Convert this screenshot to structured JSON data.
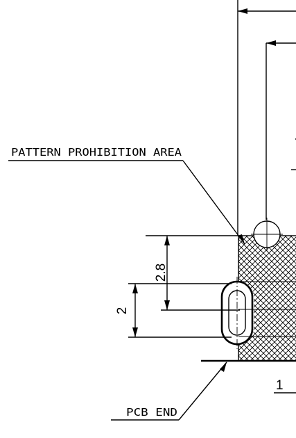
{
  "labels": {
    "pattern_area": "PATTERN PROHIBITION AREA",
    "pcb_end": "PCB END"
  },
  "dimensions": {
    "d1": "2.8",
    "d2": "2",
    "d3": "1"
  },
  "colors": {
    "ink": "#000000",
    "background": "#ffffff"
  }
}
